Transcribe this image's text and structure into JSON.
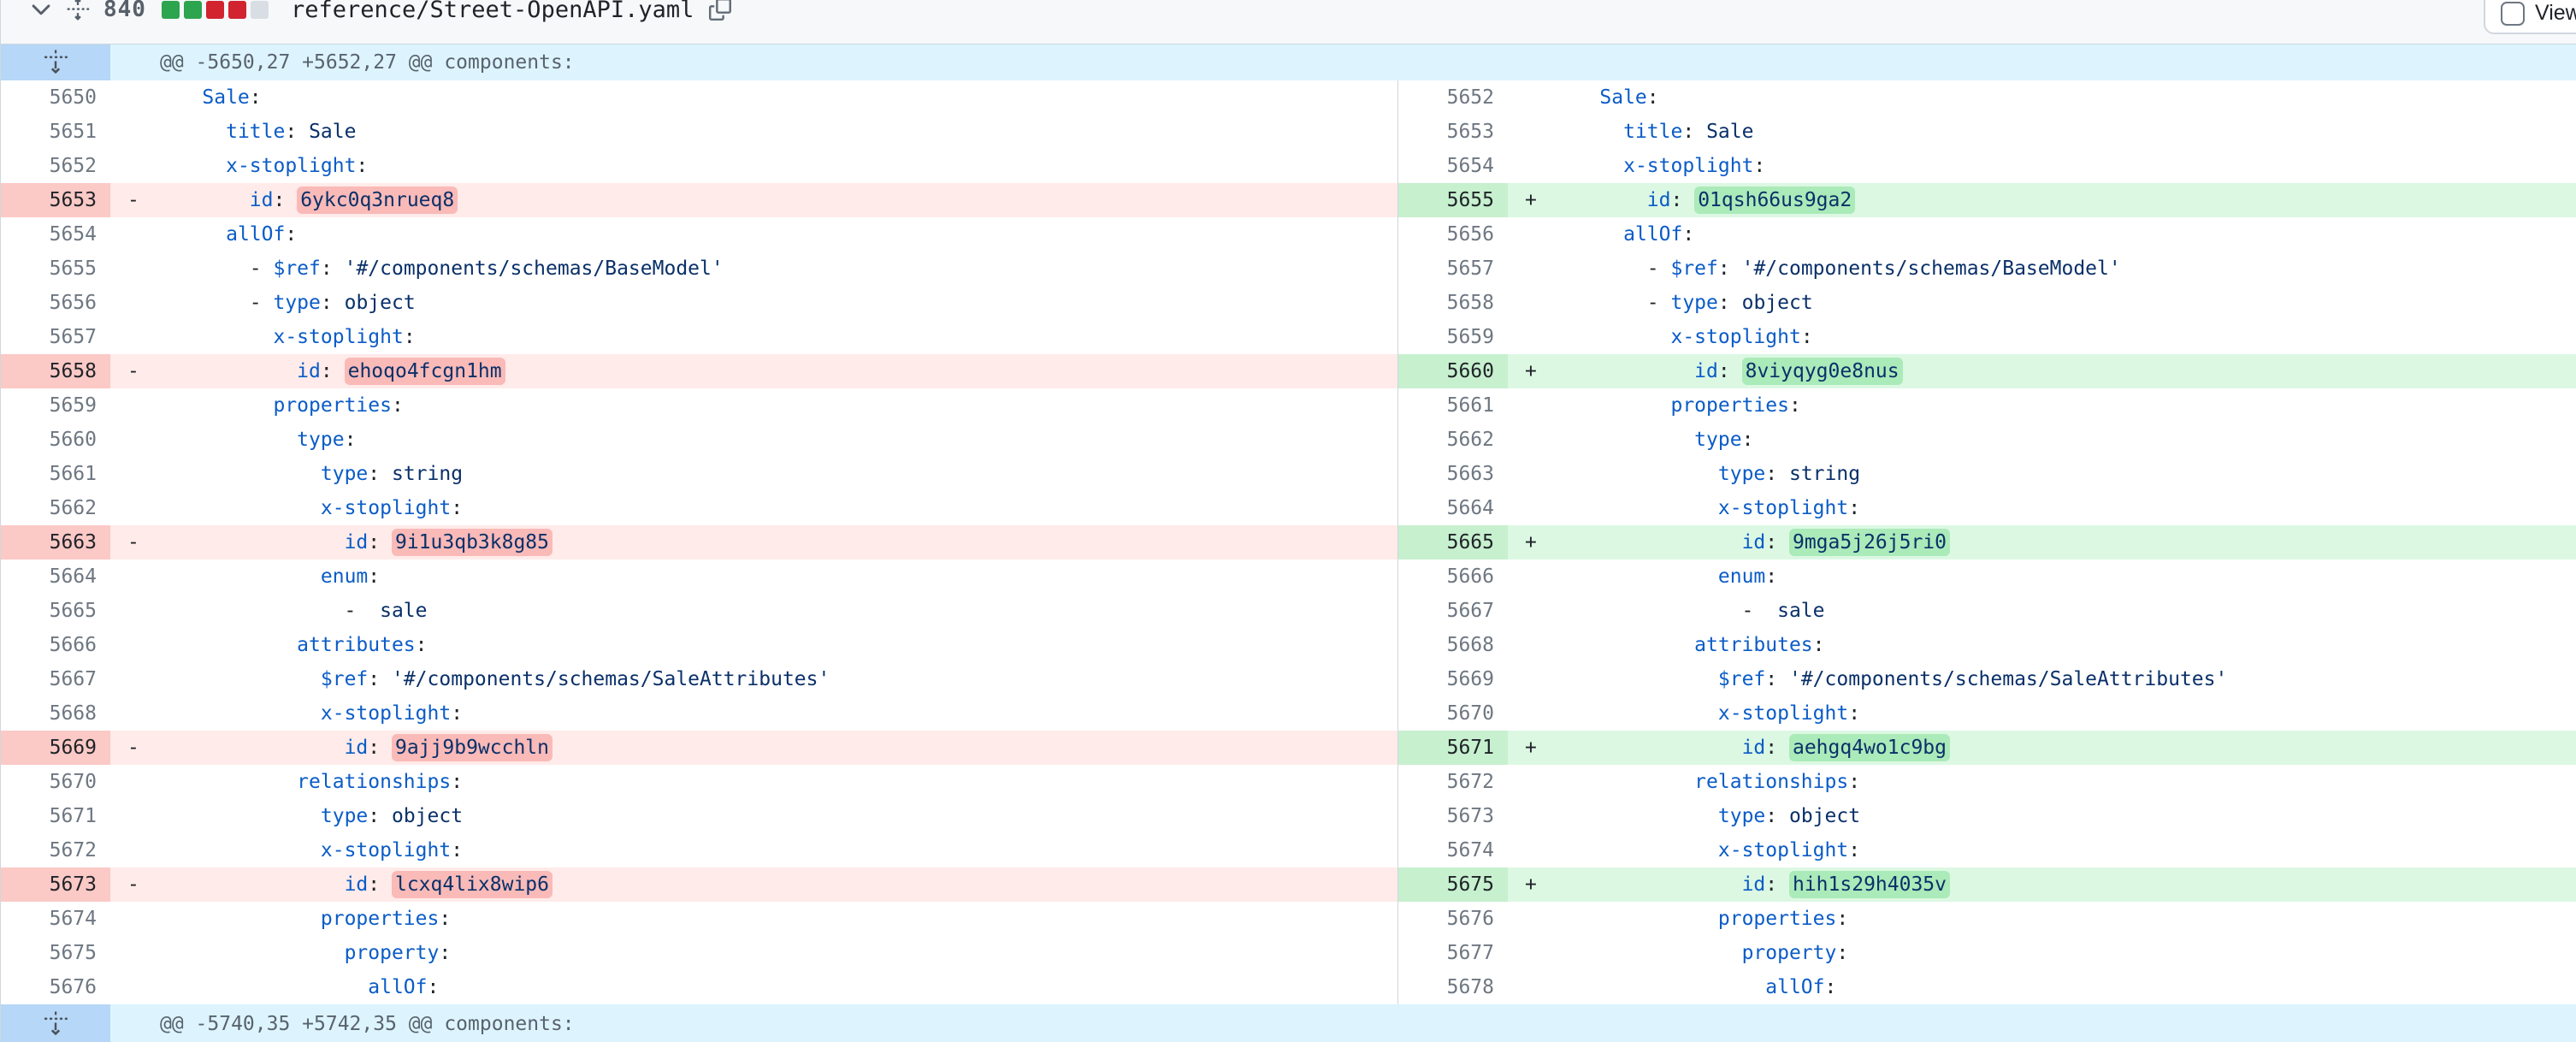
{
  "file": {
    "changes_count": "840",
    "diffstat": {
      "added": 2,
      "deleted": 2,
      "neutral": 1
    },
    "filename": "reference/Street-OpenAPI.yaml",
    "viewed_label": "Viewed"
  },
  "colors": {
    "accent_key_blue": "#0b5cc7",
    "value_navy": "#0a3069",
    "addition_bg": "#dcf8e3",
    "addition_word_bg": "#abeab9",
    "addition_gutter_bg": "#c7f0cf",
    "deletion_bg": "#ffebe9",
    "deletion_word_bg": "#f9bab8",
    "deletion_gutter_bg": "#fbc9c6",
    "hunk_bg": "#ddf4ff",
    "hunk_gutter_bg": "#b6d7f7",
    "diffstat_green": "#2da44e",
    "diffstat_red": "#d1242f",
    "diffstat_neutral": "#d8dee4"
  },
  "hunks": [
    {
      "header": "@@ -5650,27 +5652,27 @@ components:"
    },
    {
      "header": "@@ -5740,35 +5742,35 @@ components:"
    }
  ],
  "diff": {
    "rows": [
      {
        "ln": 5650,
        "rn": 5652,
        "t": "ctx",
        "c": {
          "i": 4,
          "k": "Sale"
        }
      },
      {
        "ln": 5651,
        "rn": 5653,
        "t": "ctx",
        "c": {
          "i": 6,
          "k": "title",
          "v": "Sale"
        }
      },
      {
        "ln": 5652,
        "rn": 5654,
        "t": "ctx",
        "c": {
          "i": 6,
          "k": "x-stoplight"
        }
      },
      {
        "ln": 5653,
        "rn": 5655,
        "t": "chg",
        "lc": {
          "i": 8,
          "k": "id",
          "v": "6ykc0q3nrueq8",
          "hl": 1
        },
        "rc": {
          "i": 8,
          "k": "id",
          "v": "01qsh66us9ga2",
          "hl": 1
        }
      },
      {
        "ln": 5654,
        "rn": 5656,
        "t": "ctx",
        "c": {
          "i": 6,
          "k": "allOf"
        }
      },
      {
        "ln": 5655,
        "rn": 5657,
        "t": "ctx",
        "c": {
          "i": 8,
          "d": 1,
          "k": "$ref",
          "v": "'#/components/schemas/BaseModel'"
        }
      },
      {
        "ln": 5656,
        "rn": 5658,
        "t": "ctx",
        "c": {
          "i": 8,
          "d": 1,
          "k": "type",
          "v": "object"
        }
      },
      {
        "ln": 5657,
        "rn": 5659,
        "t": "ctx",
        "c": {
          "i": 10,
          "k": "x-stoplight"
        }
      },
      {
        "ln": 5658,
        "rn": 5660,
        "t": "chg",
        "lc": {
          "i": 12,
          "k": "id",
          "v": "ehoqo4fcgn1hm",
          "hl": 1
        },
        "rc": {
          "i": 12,
          "k": "id",
          "v": "8viyqyg0e8nus",
          "hl": 1
        }
      },
      {
        "ln": 5659,
        "rn": 5661,
        "t": "ctx",
        "c": {
          "i": 10,
          "k": "properties"
        }
      },
      {
        "ln": 5660,
        "rn": 5662,
        "t": "ctx",
        "c": {
          "i": 12,
          "k": "type"
        }
      },
      {
        "ln": 5661,
        "rn": 5663,
        "t": "ctx",
        "c": {
          "i": 14,
          "k": "type",
          "v": "string"
        }
      },
      {
        "ln": 5662,
        "rn": 5664,
        "t": "ctx",
        "c": {
          "i": 14,
          "k": "x-stoplight"
        }
      },
      {
        "ln": 5663,
        "rn": 5665,
        "t": "chg",
        "lc": {
          "i": 16,
          "k": "id",
          "v": "9i1u3qb3k8g85",
          "hl": 1
        },
        "rc": {
          "i": 16,
          "k": "id",
          "v": "9mga5j26j5ri0",
          "hl": 1
        }
      },
      {
        "ln": 5664,
        "rn": 5666,
        "t": "ctx",
        "c": {
          "i": 14,
          "k": "enum"
        }
      },
      {
        "ln": 5665,
        "rn": 5667,
        "t": "ctx",
        "c": {
          "i": 16,
          "d": 1,
          "v": "sale"
        }
      },
      {
        "ln": 5666,
        "rn": 5668,
        "t": "ctx",
        "c": {
          "i": 12,
          "k": "attributes"
        }
      },
      {
        "ln": 5667,
        "rn": 5669,
        "t": "ctx",
        "c": {
          "i": 14,
          "k": "$ref",
          "v": "'#/components/schemas/SaleAttributes'"
        }
      },
      {
        "ln": 5668,
        "rn": 5670,
        "t": "ctx",
        "c": {
          "i": 14,
          "k": "x-stoplight"
        }
      },
      {
        "ln": 5669,
        "rn": 5671,
        "t": "chg",
        "lc": {
          "i": 16,
          "k": "id",
          "v": "9ajj9b9wcchln",
          "hl": 1
        },
        "rc": {
          "i": 16,
          "k": "id",
          "v": "aehgq4wo1c9bg",
          "hl": 1
        }
      },
      {
        "ln": 5670,
        "rn": 5672,
        "t": "ctx",
        "c": {
          "i": 12,
          "k": "relationships"
        }
      },
      {
        "ln": 5671,
        "rn": 5673,
        "t": "ctx",
        "c": {
          "i": 14,
          "k": "type",
          "v": "object"
        }
      },
      {
        "ln": 5672,
        "rn": 5674,
        "t": "ctx",
        "c": {
          "i": 14,
          "k": "x-stoplight"
        }
      },
      {
        "ln": 5673,
        "rn": 5675,
        "t": "chg",
        "lc": {
          "i": 16,
          "k": "id",
          "v": "lcxq4lix8wip6",
          "hl": 1
        },
        "rc": {
          "i": 16,
          "k": "id",
          "v": "hih1s29h4035v",
          "hl": 1
        }
      },
      {
        "ln": 5674,
        "rn": 5676,
        "t": "ctx",
        "c": {
          "i": 14,
          "k": "properties"
        }
      },
      {
        "ln": 5675,
        "rn": 5677,
        "t": "ctx",
        "c": {
          "i": 16,
          "k": "property"
        }
      },
      {
        "ln": 5676,
        "rn": 5678,
        "t": "ctx",
        "c": {
          "i": 18,
          "k": "allOf"
        }
      }
    ]
  }
}
